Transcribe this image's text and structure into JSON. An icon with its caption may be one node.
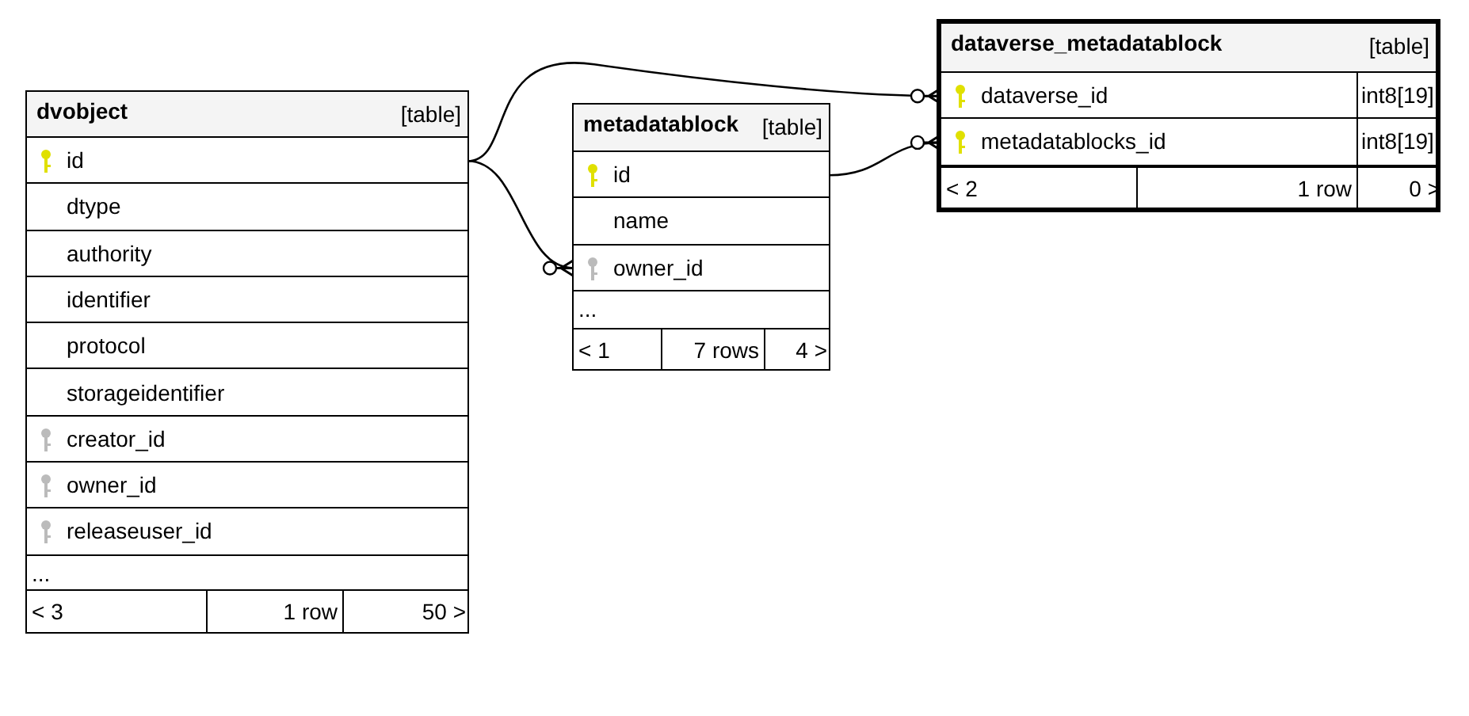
{
  "diagram": {
    "nodes": [
      {
        "text": [
          "dvobject",
          "[table]"
        ]
      },
      {
        "text": [
          "id"
        ],
        "in": 0
      },
      {
        "text": [
          "dtype"
        ],
        "in": 0
      },
      {
        "text": [
          "authority"
        ],
        "in": 0
      },
      {
        "text": [
          "identifier"
        ],
        "in": 0
      },
      {
        "text": [
          "protocol"
        ],
        "in": 0
      },
      {
        "text": [
          "storageidentifier"
        ],
        "in": 0
      },
      {
        "text": [
          "creator_id"
        ],
        "in": 0
      },
      {
        "text": [
          "owner_id"
        ],
        "in": 0
      },
      {
        "text": [
          "releaseuser_id"
        ],
        "in": 0
      },
      {
        "text": [
          "metadatablock",
          "[table]"
        ]
      },
      {
        "text": [
          "id"
        ],
        "in": 10
      },
      {
        "text": [
          "name"
        ],
        "in": 10
      },
      {
        "text": [
          "owner_id"
        ],
        "in": 10
      },
      {
        "text": [
          "dataverse_metadatablock",
          "[table]"
        ]
      },
      {
        "text": [
          "dataverse_id",
          "int8[19]"
        ],
        "in": 14
      },
      {
        "text": [
          "metadatablocks_id",
          "int8[19]"
        ],
        "in": 14
      }
    ],
    "edges": [
      {
        "from": 1,
        "to": 13,
        "arrow": "other"
      },
      {
        "from": 1,
        "to": 15,
        "arrow": "other"
      },
      {
        "from": 11,
        "to": 16,
        "arrow": "other"
      }
    ],
    "labels": [
      "...",
      "< 3",
      "1 row",
      "50 >",
      "...",
      "< 1",
      "7 rows",
      "4 >",
      "< 2",
      "1 row",
      "0 >"
    ]
  }
}
